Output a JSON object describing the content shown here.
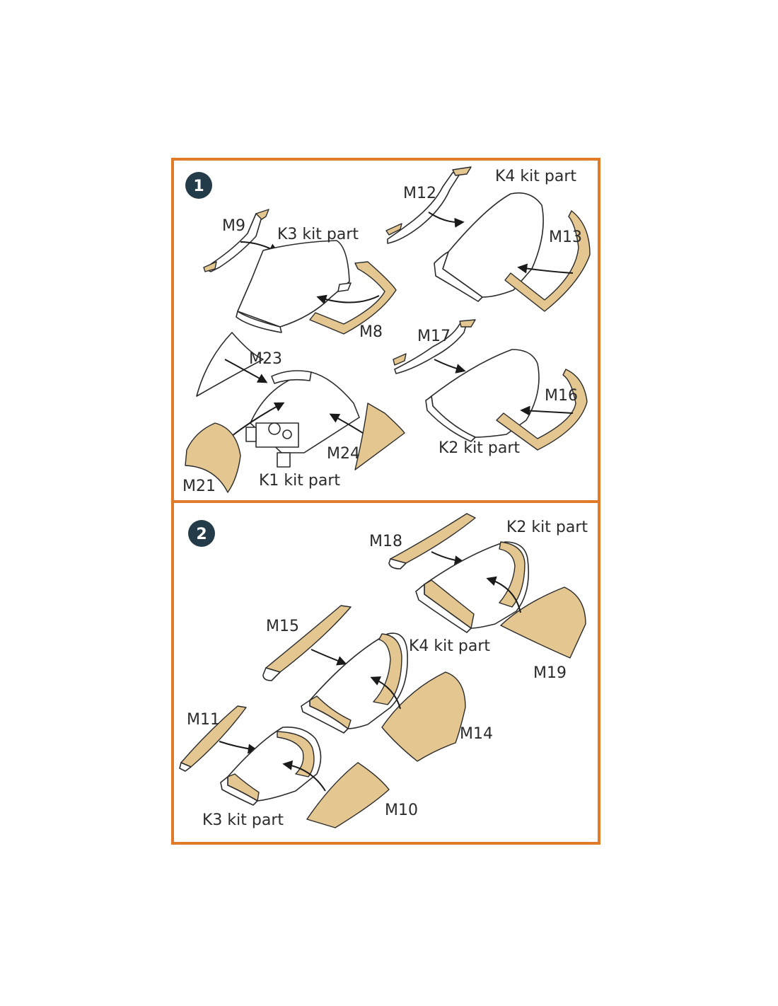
{
  "colors": {
    "frame": "#e07b2a",
    "mask": "#e3c690",
    "step_badge": "#243b4a",
    "line": "#2b2b2b"
  },
  "step1": {
    "number": "1",
    "labels": {
      "m9": "M9",
      "k3": "K3 kit part",
      "m8": "M8",
      "m12": "M12",
      "k4": "K4 kit part",
      "m13": "M13",
      "m23": "M23",
      "m24": "M24",
      "m21": "M21",
      "k1": "K1 kit part",
      "m17": "M17",
      "m16": "M16",
      "k2": "K2 kit part"
    }
  },
  "step2": {
    "number": "2",
    "labels": {
      "m18": "M18",
      "k2": "K2 kit part",
      "m19": "M19",
      "m15": "M15",
      "k4": "K4 kit part",
      "m14": "M14",
      "m11": "M11",
      "m10": "M10",
      "k3": "K3 kit part"
    }
  }
}
